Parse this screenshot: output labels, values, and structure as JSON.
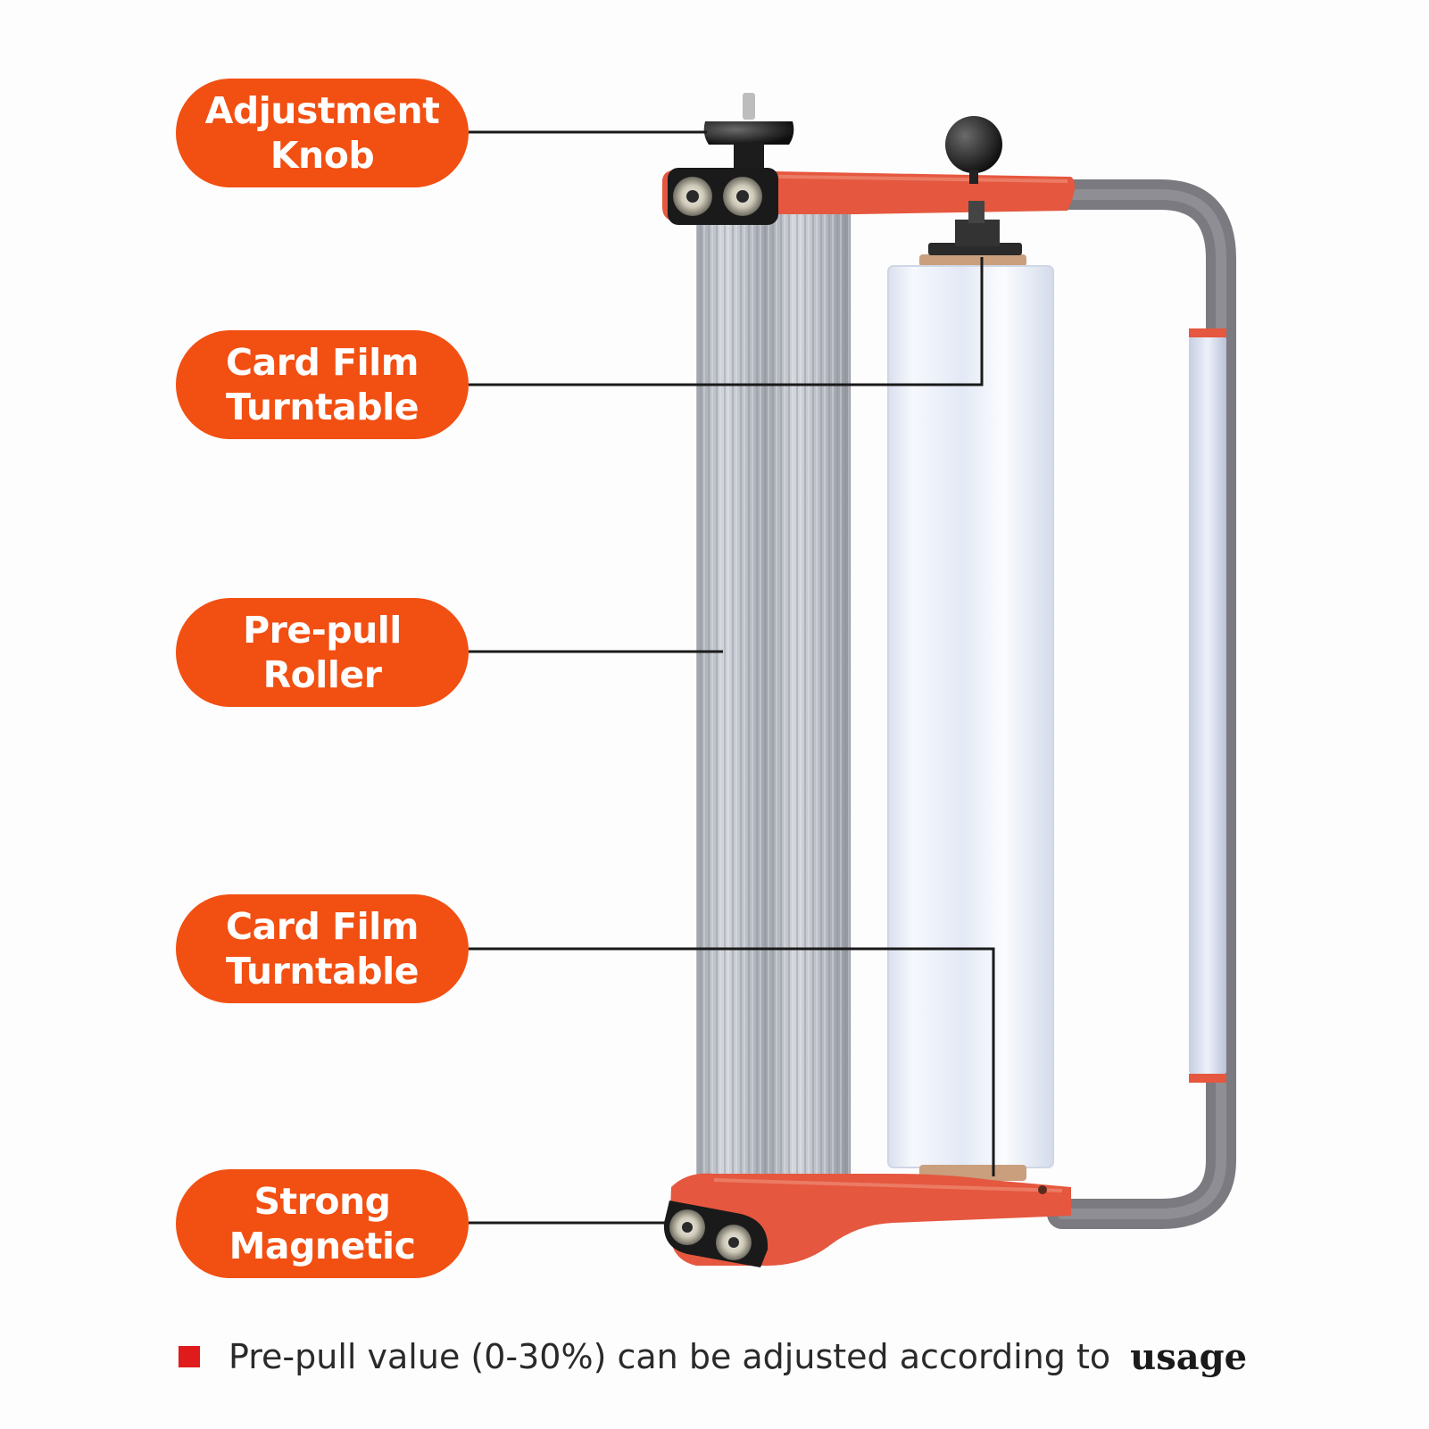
{
  "labels": [
    {
      "id": "adjustment-knob",
      "text": "Adjustment\nKnob"
    },
    {
      "id": "card-film-turntable-top",
      "text": "Card Film\nTurntable"
    },
    {
      "id": "pre-pull-roller",
      "text": "Pre-pull\nRoller"
    },
    {
      "id": "card-film-turntable-bottom",
      "text": "Card Film\nTurntable"
    },
    {
      "id": "strong-magnetic",
      "text": "Strong\nMagnetic"
    }
  ],
  "footer": {
    "text": "Pre-pull value (0-30%) can be adjusted according to",
    "emphasis": "usage"
  },
  "colors": {
    "pill": "#f24f12",
    "bullet": "#e01b1b",
    "frame_red": "#e5573f",
    "frame_gray": "#7a7a80",
    "roller_gray": "#b8bcc4",
    "film": "#eef2fa",
    "knob": "#1a1a1a"
  }
}
